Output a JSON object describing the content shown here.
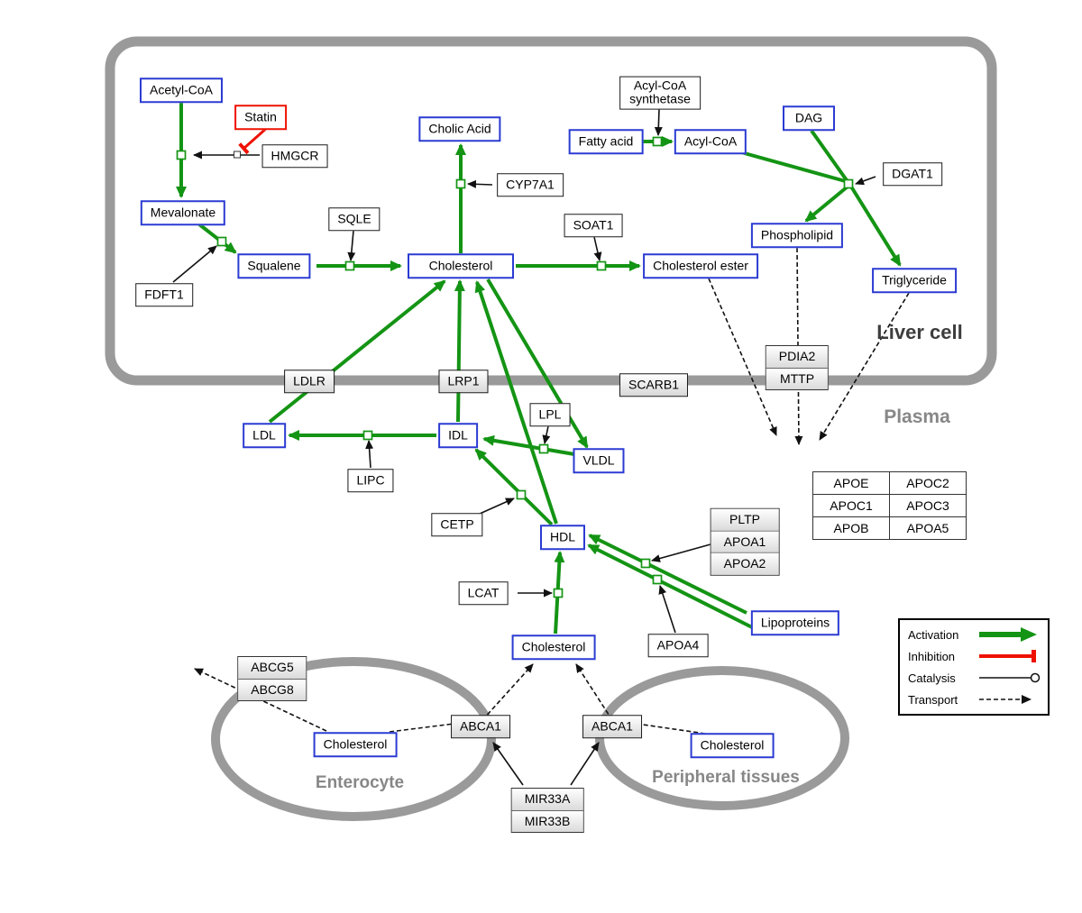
{
  "colors": {
    "metabolite_border": "#2b3bd2",
    "activation_green": "#149414",
    "inhibition_red": "#ee1100",
    "membrane_gray": "#9a9a9a"
  },
  "compartments": {
    "liver": {
      "label": "Liver cell"
    },
    "plasma": {
      "label": "Plasma"
    },
    "enterocyte": {
      "label": "Enterocyte"
    },
    "peripheral": {
      "label": "Peripheral tissues"
    }
  },
  "nodes": {
    "acetyl_coa": "Acetyl-CoA",
    "statin": "Statin",
    "hmgcr": "HMGCR",
    "mevalonate": "Mevalonate",
    "fdft1": "FDFT1",
    "squalene": "Squalene",
    "sqle": "SQLE",
    "cholesterol_liver": "Cholesterol",
    "cholic_acid": "Cholic Acid",
    "cyp7a1": "CYP7A1",
    "soat1": "SOAT1",
    "cholesterol_ester": "Cholesterol ester",
    "fatty_acid": "Fatty acid",
    "acyl_coa": "Acyl-CoA",
    "acyl_coa_synthetase_line1": "Acyl-CoA",
    "acyl_coa_synthetase_line2": "synthetase",
    "dag": "DAG",
    "dgat1": "DGAT1",
    "phospholipid": "Phospholipid",
    "triglyceride": "Triglyceride",
    "pdia2": "PDIA2",
    "mttp": "MTTP",
    "ldlr": "LDLR",
    "lrp1": "LRP1",
    "scarb1": "SCARB1",
    "ldl": "LDL",
    "idl": "IDL",
    "vldl": "VLDL",
    "lpl": "LPL",
    "lipc": "LIPC",
    "cetp": "CETP",
    "hdl": "HDL",
    "lcat": "LCAT",
    "pltp": "PLTP",
    "apoa1": "APOA1",
    "apoa2": "APOA2",
    "apoa4": "APOA4",
    "lipoproteins": "Lipoproteins",
    "cholesterol_plasma": "Cholesterol",
    "abcg5": "ABCG5",
    "abcg8": "ABCG8",
    "cholesterol_enterocyte": "Cholesterol",
    "abca1_left": "ABCA1",
    "abca1_right": "ABCA1",
    "cholesterol_peripheral": "Cholesterol",
    "mir33a": "MIR33A",
    "mir33b": "MIR33B"
  },
  "apo_table": [
    [
      "APOE",
      "APOC2"
    ],
    [
      "APOC1",
      "APOC3"
    ],
    [
      "APOB",
      "APOA5"
    ]
  ],
  "legend": {
    "activation": "Activation",
    "inhibition": "Inhibition",
    "catalysis": "Catalysis",
    "transport": "Transport"
  }
}
